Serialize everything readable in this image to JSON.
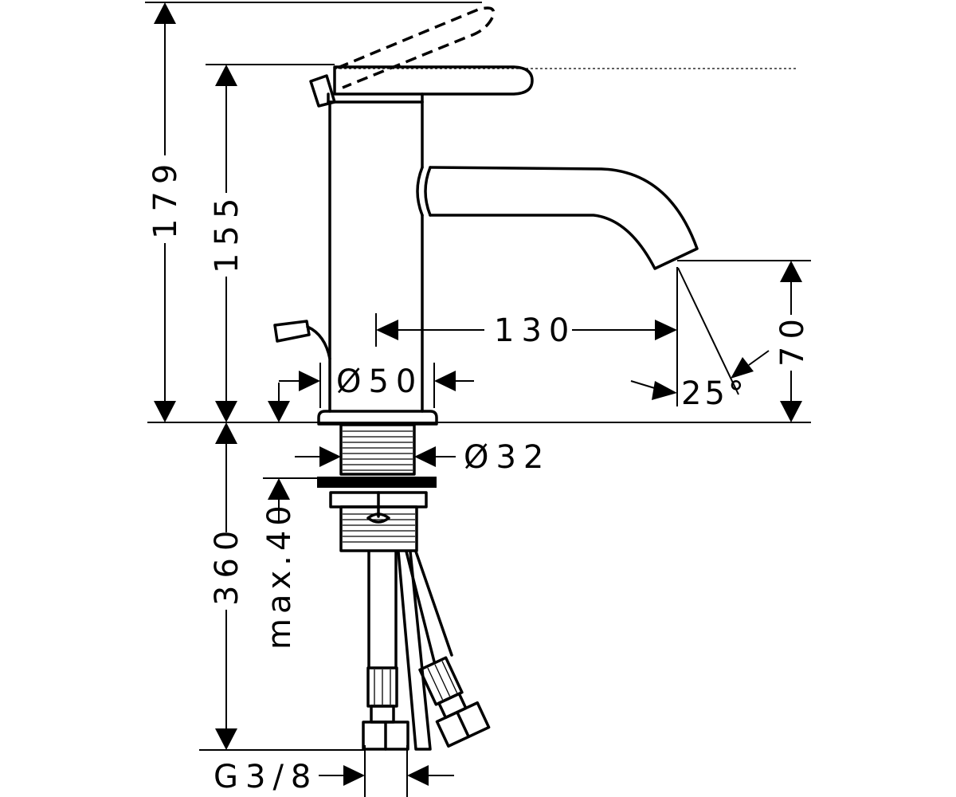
{
  "dimensions": {
    "overall_height": "179",
    "body_height": "155",
    "spout_reach": "130",
    "spout_clearance": "70",
    "spout_angle": "25°",
    "body_diameter": "Ø50",
    "shank_diameter": "Ø32",
    "below_deck_length": "360",
    "max_deck_thickness": "max.40",
    "connection_thread": "G3/8"
  },
  "colors": {
    "line": "#000000",
    "background": "#ffffff"
  }
}
